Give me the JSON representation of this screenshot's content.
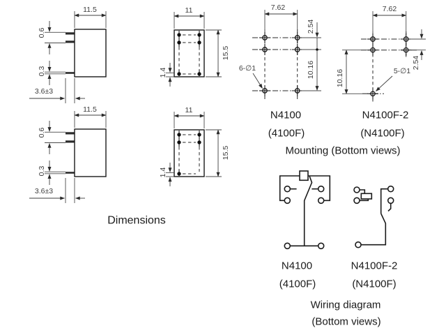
{
  "models": {
    "a": "N4100",
    "a_alt": "(4100F)",
    "b": "N4100F-2",
    "b_alt": "(N4100F)"
  },
  "captions": {
    "dimensions": "Dimensions",
    "mounting": "Mounting (Bottom views)",
    "wiring_line1": "Wiring diagram",
    "wiring_line2": "(Bottom views)"
  },
  "dims": {
    "body_width_side": "11.5",
    "pin_thickness_upper": "0.6",
    "pin_thickness_lower": "0.3",
    "pin_length": "3.6±3",
    "body_width_bottom": "11",
    "body_height_bottom": "15.5",
    "pin_inset": "1.4"
  },
  "mounting": {
    "hole_pitch_x": "7.62",
    "hole_pitch_y_small": "2.54",
    "hole_pitch_y_large": "10.16",
    "holes_label_6": "6-∅1",
    "holes_label_5": "5-∅1"
  },
  "colors": {
    "line": "#1a1a1a",
    "dim_text": "#3d3d3d",
    "background": "#ffffff"
  }
}
